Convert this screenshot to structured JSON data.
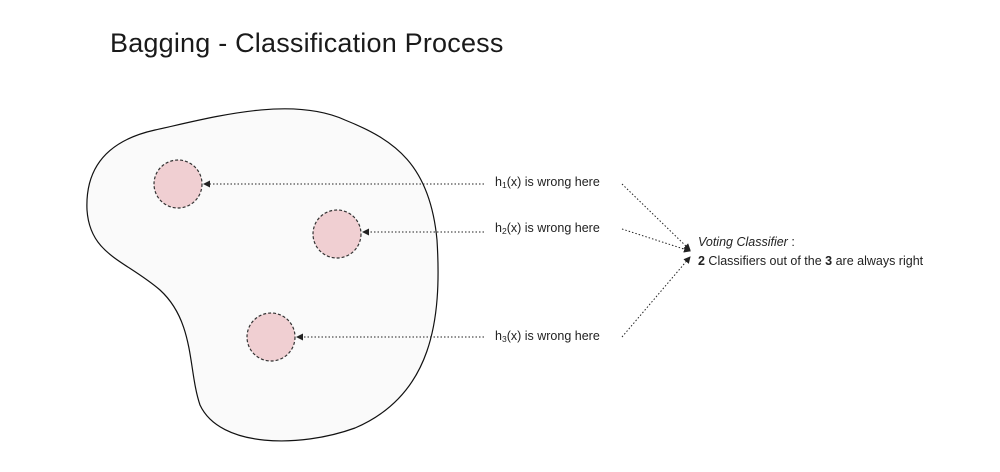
{
  "title": "Bagging - Classification Process",
  "errors": [
    {
      "prefix": "h",
      "sub": "1",
      "suffix": "(x) is wrong here"
    },
    {
      "prefix": "h",
      "sub": "2",
      "suffix": "(x) is wrong here"
    },
    {
      "prefix": "h",
      "sub": "3",
      "suffix": "(x) is wrong here"
    }
  ],
  "voting": {
    "heading": "Voting Classifier",
    "heading_sep": " :",
    "count_right": "2",
    "mid_text": " Classifiers out of the ",
    "total": "3",
    "end_text": " are always right"
  },
  "colors": {
    "blob_fill": "#fafafa",
    "blob_stroke": "#111111",
    "error_fill": "#f0cfd2",
    "error_stroke": "#333333",
    "arrow": "#222222"
  }
}
